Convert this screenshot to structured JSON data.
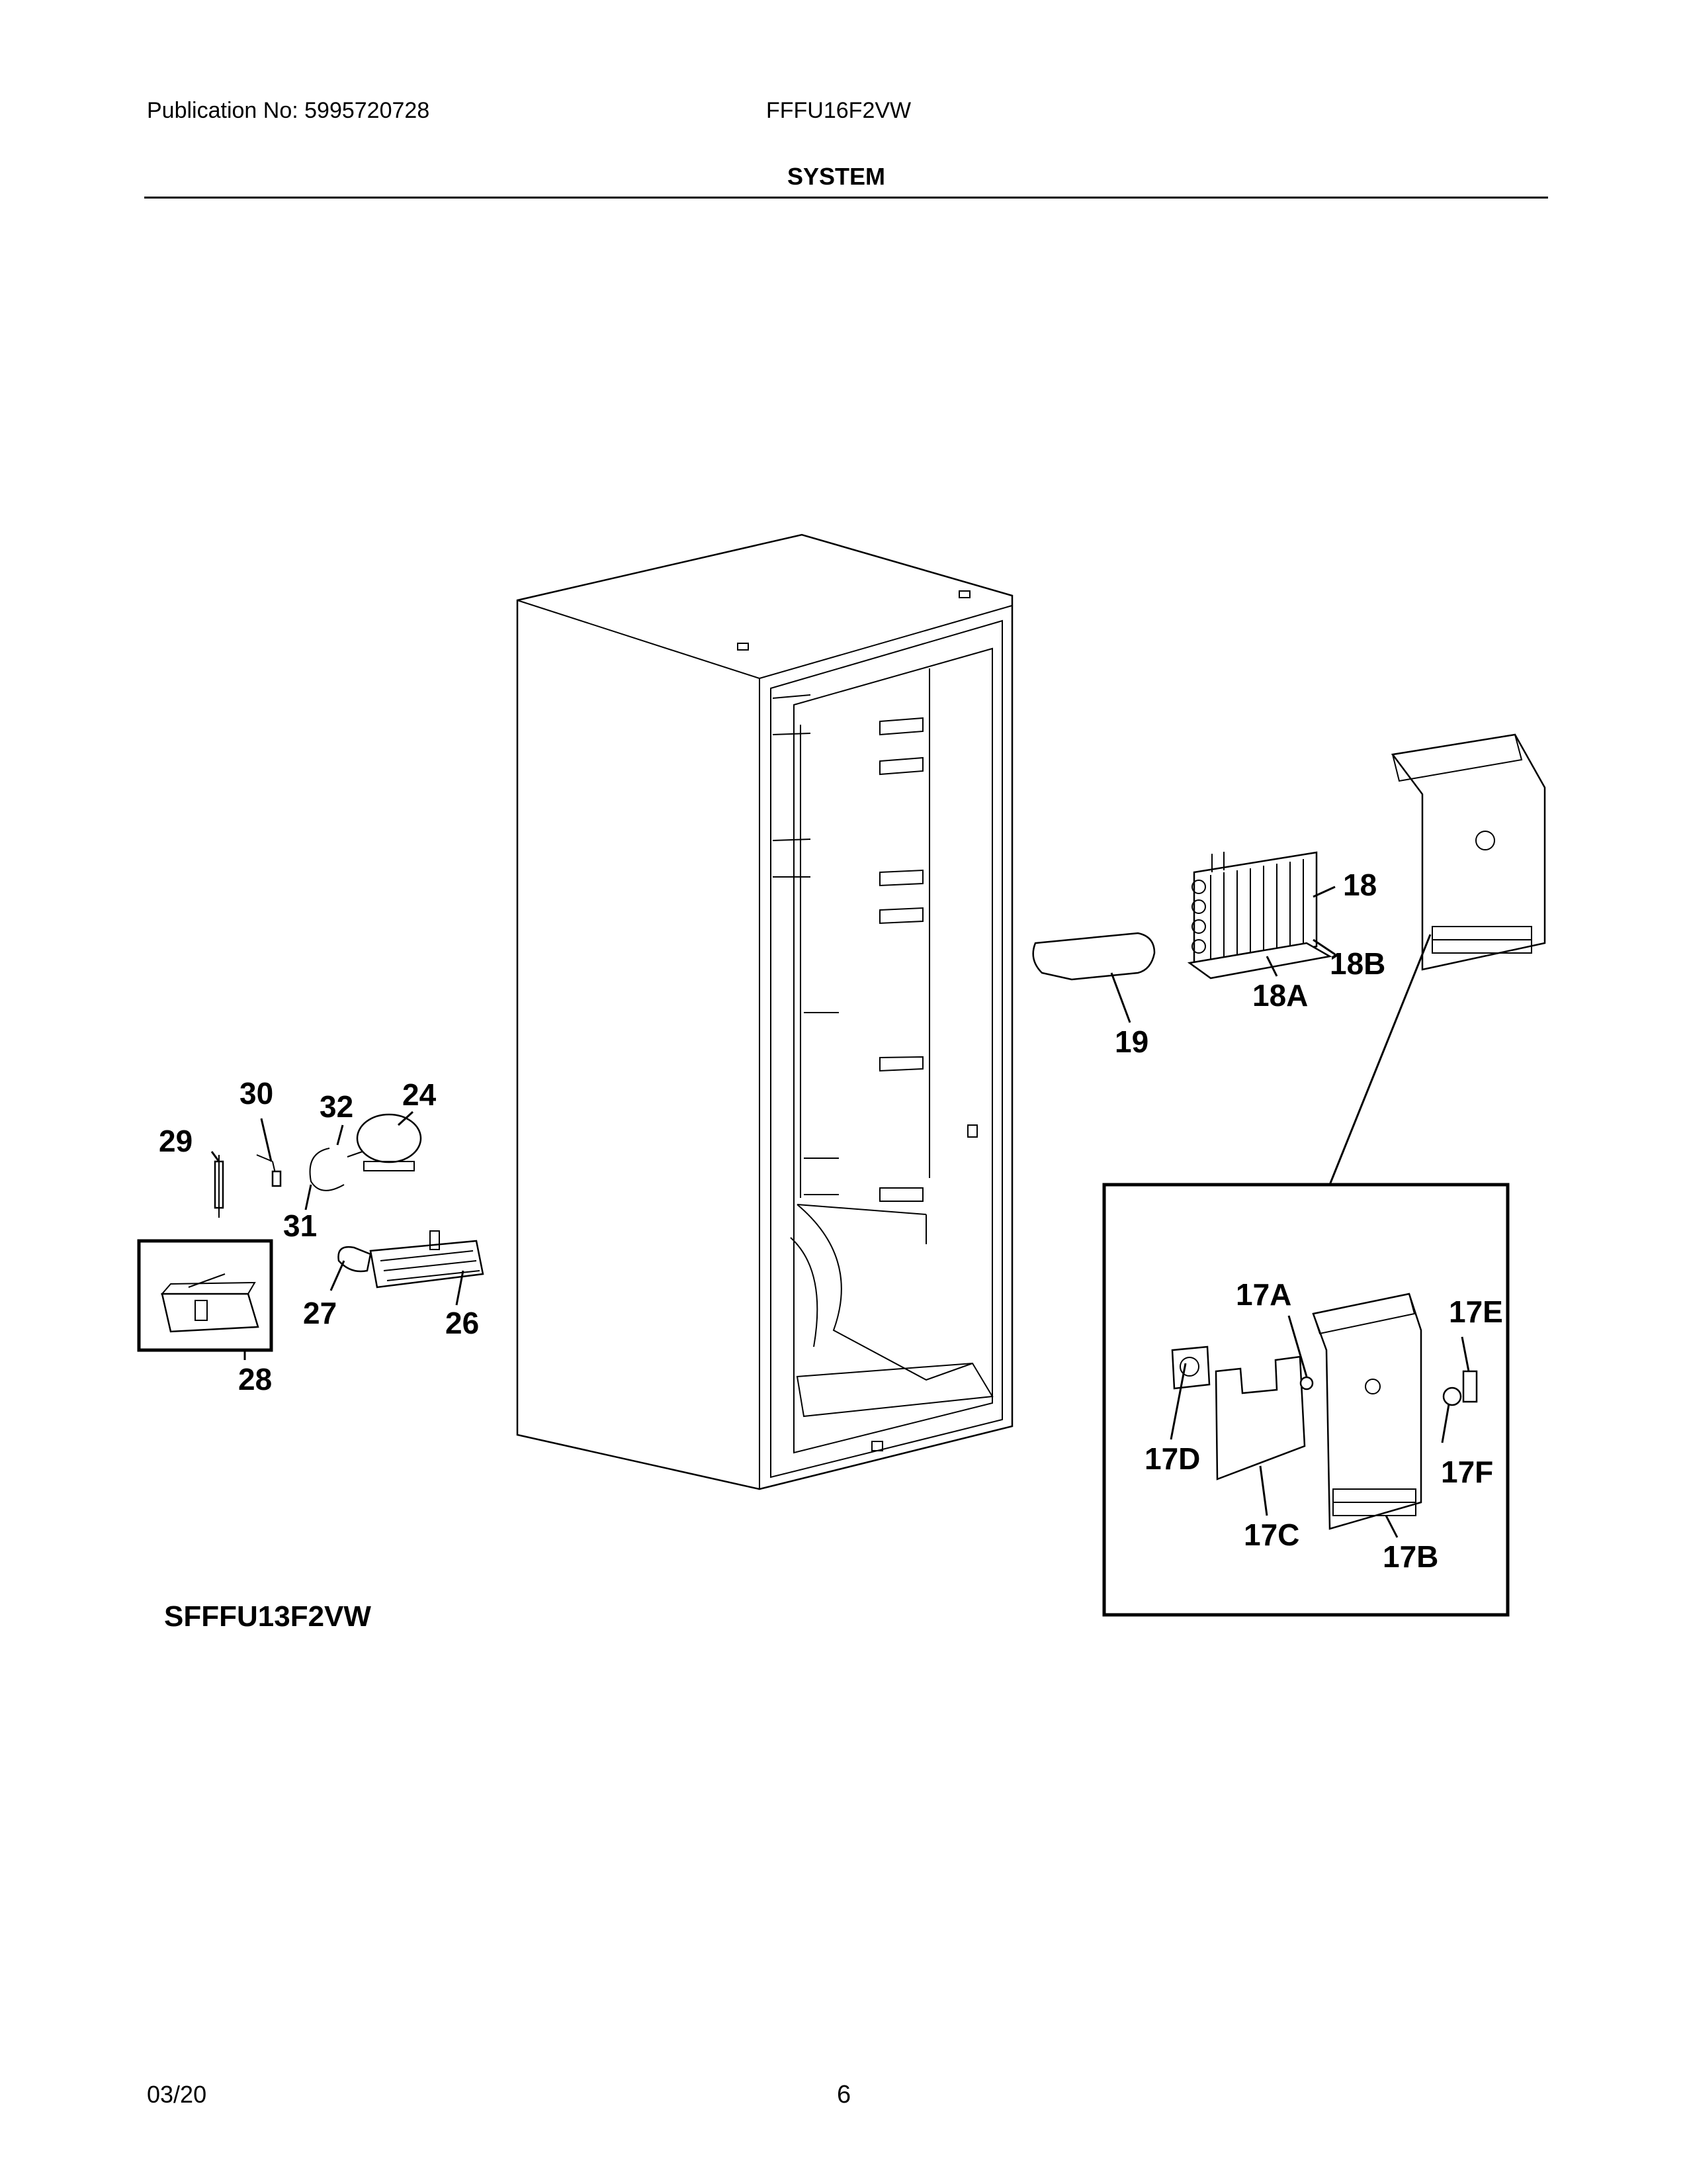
{
  "header": {
    "publication": "Publication No: 5995720728",
    "model": "FFFU16F2VW",
    "section": "SYSTEM"
  },
  "variant_note": "SFFFU13F2VW",
  "footer": {
    "date": "03/20",
    "page": "6"
  },
  "callouts": {
    "c18": "18",
    "c18A": "18A",
    "c18B": "18B",
    "c19": "19",
    "c24": "24",
    "c26": "26",
    "c27": "27",
    "c28": "28",
    "c29": "29",
    "c30": "30",
    "c31": "31",
    "c32": "32",
    "c17A": "17A",
    "c17B": "17B",
    "c17C": "17C",
    "c17D": "17D",
    "c17E": "17E",
    "c17F": "17F"
  }
}
